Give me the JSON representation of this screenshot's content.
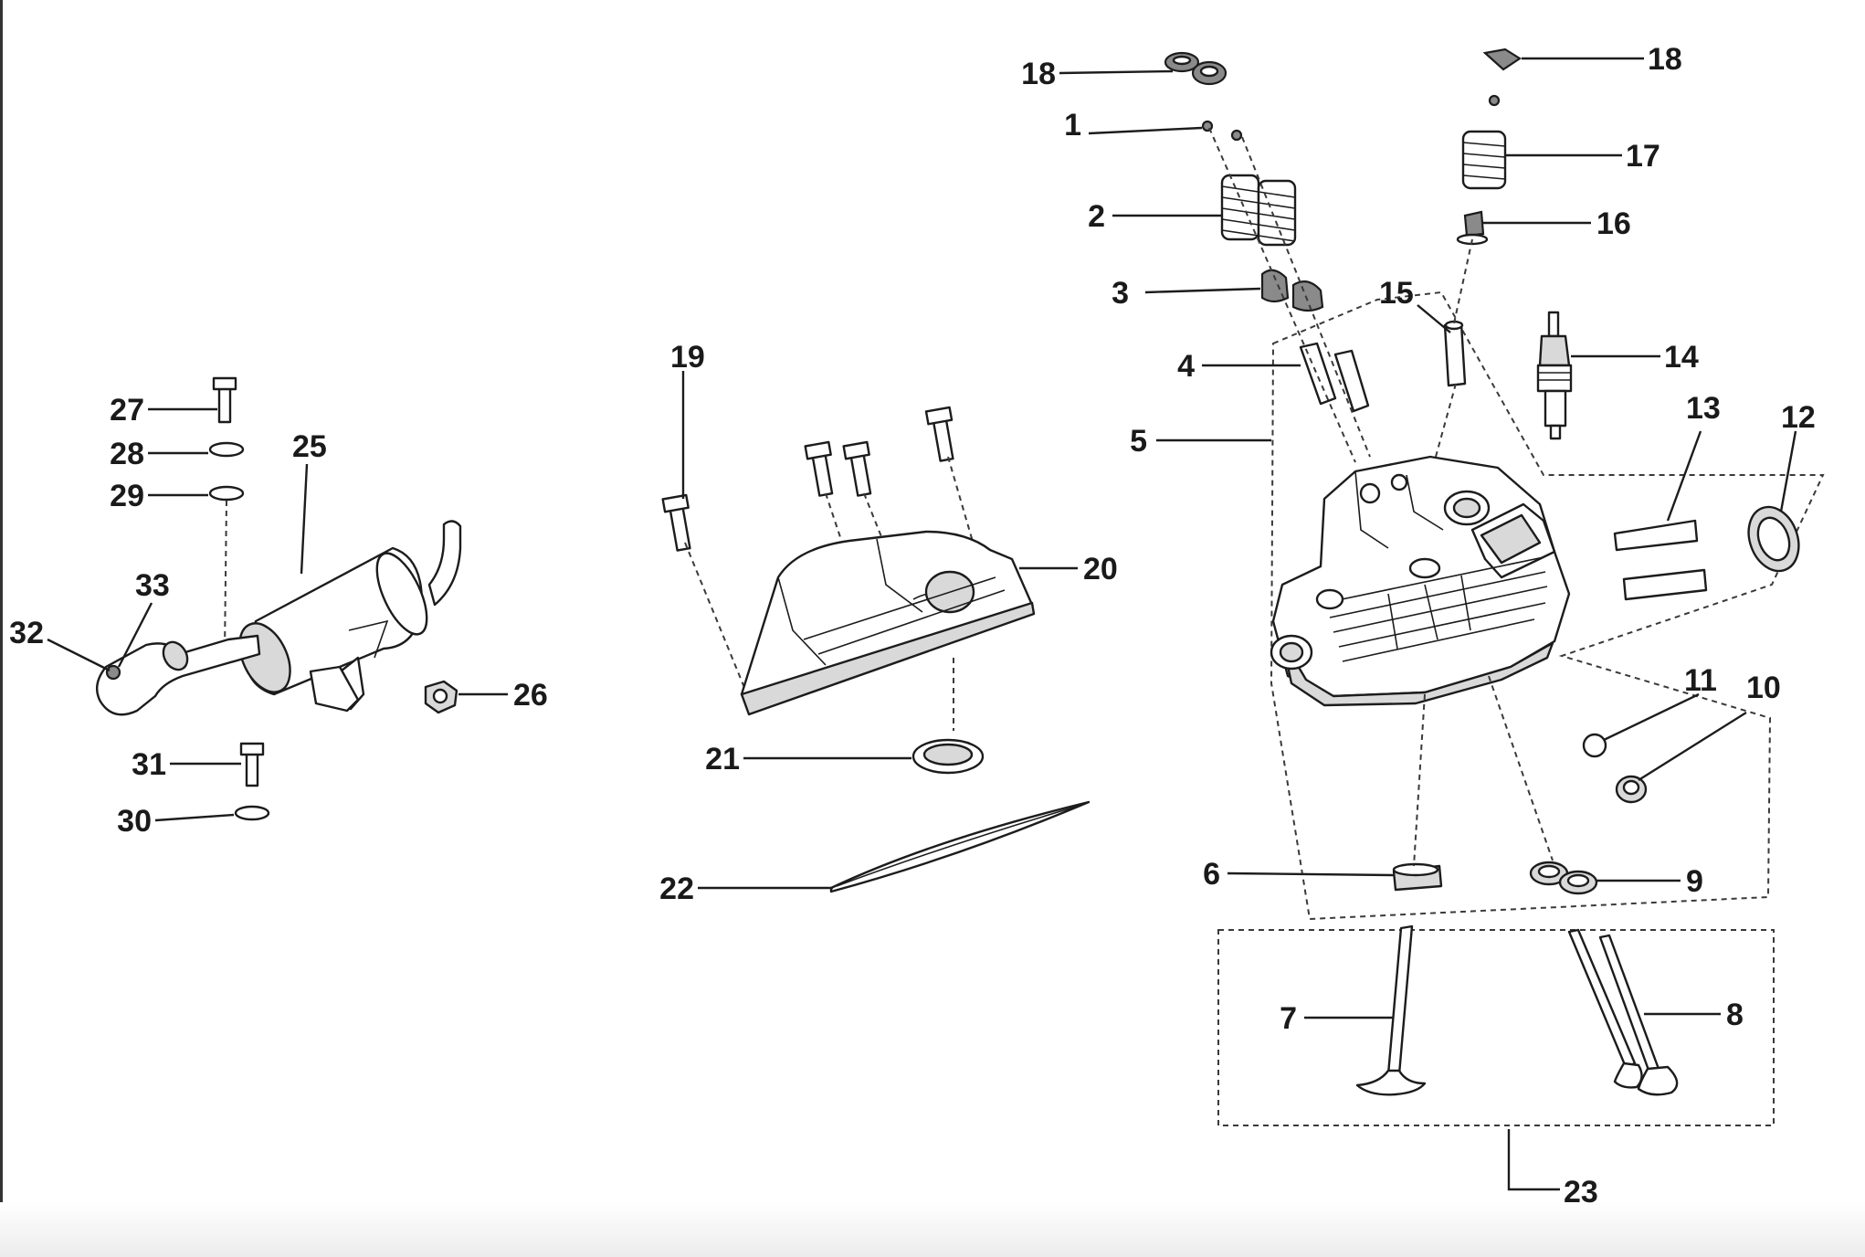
{
  "diagram": {
    "callouts": [
      "1",
      "2",
      "3",
      "4",
      "5",
      "6",
      "7",
      "8",
      "9",
      "10",
      "11",
      "12",
      "13",
      "14",
      "15",
      "16",
      "17",
      "18",
      "18",
      "19",
      "20",
      "21",
      "22",
      "23",
      "25",
      "26",
      "27",
      "28",
      "29",
      "30",
      "31",
      "32",
      "33"
    ]
  }
}
